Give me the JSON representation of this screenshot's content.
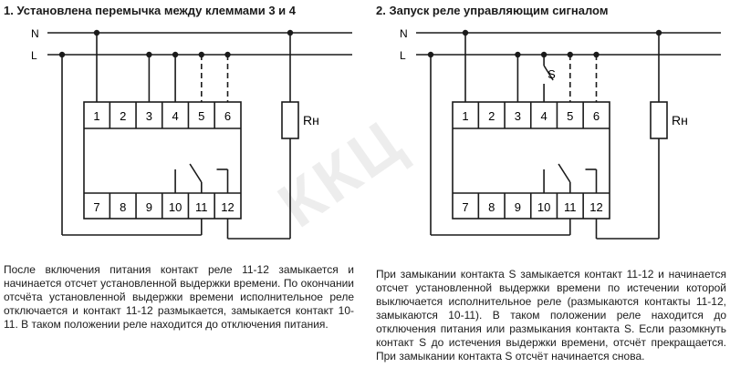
{
  "titles": {
    "left": "1. Установлена перемычка между  клеммами 3 и 4",
    "right": "2. Запуск реле управляющим сигналом"
  },
  "lines": {
    "neutral": "N",
    "live": "L"
  },
  "load_label": "Rн",
  "switch_label": "S",
  "terminals_top": [
    "1",
    "2",
    "3",
    "4",
    "5",
    "6"
  ],
  "terminals_bottom": [
    "7",
    "8",
    "9",
    "10",
    "11",
    "12"
  ],
  "watermark": "ККЦ",
  "descriptions": {
    "left": "После включения питания контакт реле 11-12 замыкается и начинается отсчет установленной выдержки времени. По окончании отсчёта установленной выдержки времени исполнительное реле отключается и контакт 11-12 размыкается, замыкается контакт 10-11. В таком положении реле находится до отключения питания.",
    "right": "При замыкании контакта S замыкается контакт 11-12 и начинается отсчет установленной выдержки времени по истечении которой выключается исполнительное реле (размыкаются контакты 11-12, замыкаются 10-11). В таком положении реле находится до отключения питания или размыкания контакта S. Если разомкнуть контакт S до истечения выдержки времени, отсчёт прекращается. При замыкании контакта S отсчёт начинается снова."
  }
}
